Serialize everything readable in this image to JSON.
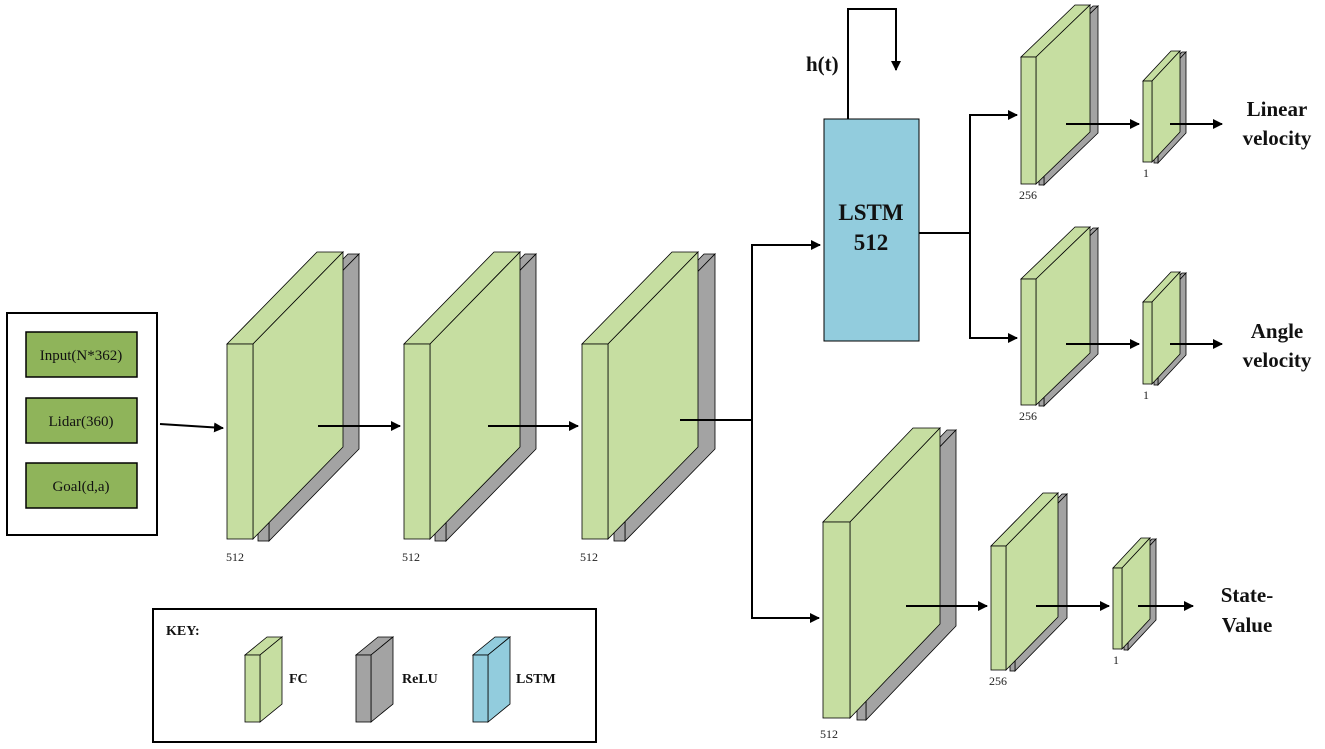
{
  "inputs": {
    "items": [
      "Input(N*362)",
      "Lidar(360)",
      "Goal(d,a)"
    ]
  },
  "layers": {
    "fc1_size": "512",
    "fc2_size": "512",
    "fc3_size": "512",
    "lstm_name": "LSTM",
    "lstm_size": "512",
    "hidden_label": "h(t)",
    "linear_hidden_size": "256",
    "linear_out_size": "1",
    "angle_hidden_size": "256",
    "angle_out_size": "1",
    "value_fc1_size": "512",
    "value_fc2_size": "256",
    "value_out_size": "1"
  },
  "outputs": {
    "linear_line1": "Linear",
    "linear_line2": "velocity",
    "angle_line1": "Angle",
    "angle_line2": "velocity",
    "value_line1": "State-",
    "value_line2": "Value"
  },
  "key": {
    "title": "KEY:",
    "fc": "FC",
    "relu": "ReLU",
    "lstm": "LSTM"
  },
  "colors": {
    "fc": "#c6dea1",
    "relu": "#a3a3a3",
    "lstm": "#92ccdd",
    "input_box": "#8fb45a"
  }
}
